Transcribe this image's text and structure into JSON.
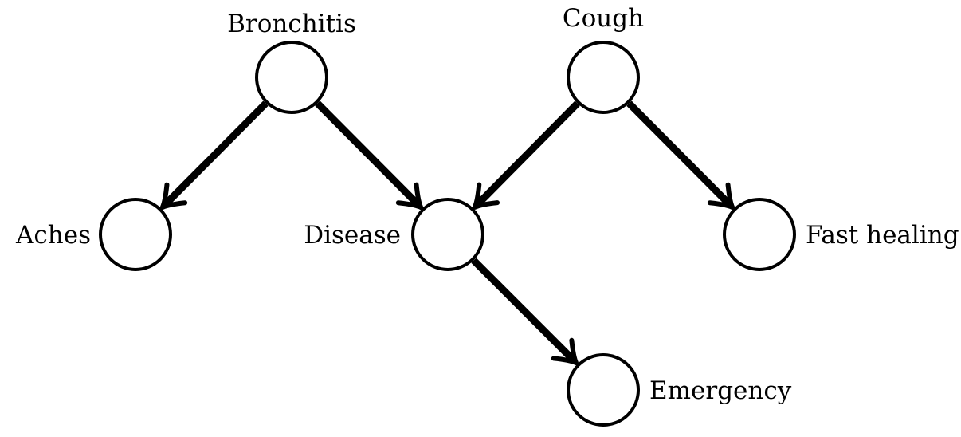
{
  "diagram": {
    "nodes": [
      {
        "id": "bronchitis",
        "label": "Bronchitis"
      },
      {
        "id": "cough",
        "label": "Cough"
      },
      {
        "id": "aches",
        "label": "Aches"
      },
      {
        "id": "disease",
        "label": "Disease"
      },
      {
        "id": "fast_healing",
        "label": "Fast healing"
      },
      {
        "id": "emergency",
        "label": "Emergency"
      }
    ],
    "edges": [
      {
        "from": "bronchitis",
        "to": "aches"
      },
      {
        "from": "bronchitis",
        "to": "disease"
      },
      {
        "from": "cough",
        "to": "disease"
      },
      {
        "from": "cough",
        "to": "fast_healing"
      },
      {
        "from": "disease",
        "to": "emergency"
      }
    ]
  }
}
